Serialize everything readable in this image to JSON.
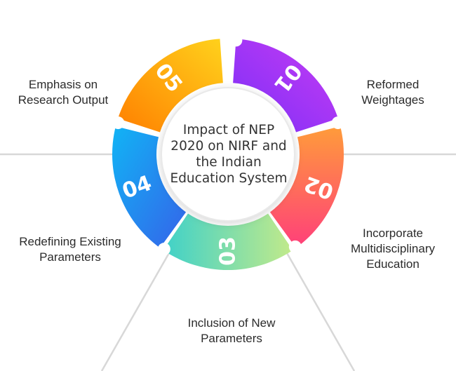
{
  "center_title": "Impact of NEP\n2020 on NIRF and\nthe Indian\nEducation System",
  "segments": [
    {
      "number": "01",
      "label": "Reformed\nWeightages",
      "color_from": "#8a2be2",
      "color_to": "#c740f5"
    },
    {
      "number": "02",
      "label": "Incorporate\nMultidisciplinary\nEducation",
      "color_from": "#ff4d6d",
      "color_to": "#ff9a3d"
    },
    {
      "number": "03",
      "label": "Inclusion of New\nParameters",
      "color_from": "#47d6c4",
      "color_to": "#b7e88f"
    },
    {
      "number": "04",
      "label": "Redefining Existing\nParameters",
      "color_from": "#18a8f0",
      "color_to": "#2f6fe8"
    },
    {
      "number": "05",
      "label": "Emphasis on\nResearch Output",
      "color_from": "#ff8a00",
      "color_to": "#ffd11a"
    }
  ]
}
